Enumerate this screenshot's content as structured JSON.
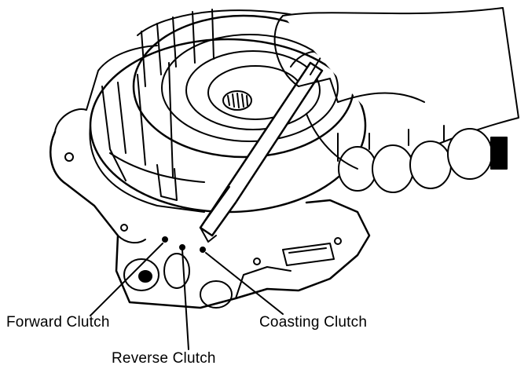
{
  "labels": {
    "forward_clutch": "Forward Clutch",
    "reverse_clutch": "Reverse Clutch",
    "coasting_clutch": "Coasting Clutch"
  },
  "colors": {
    "ink": "#000000",
    "paper": "#ffffff"
  }
}
